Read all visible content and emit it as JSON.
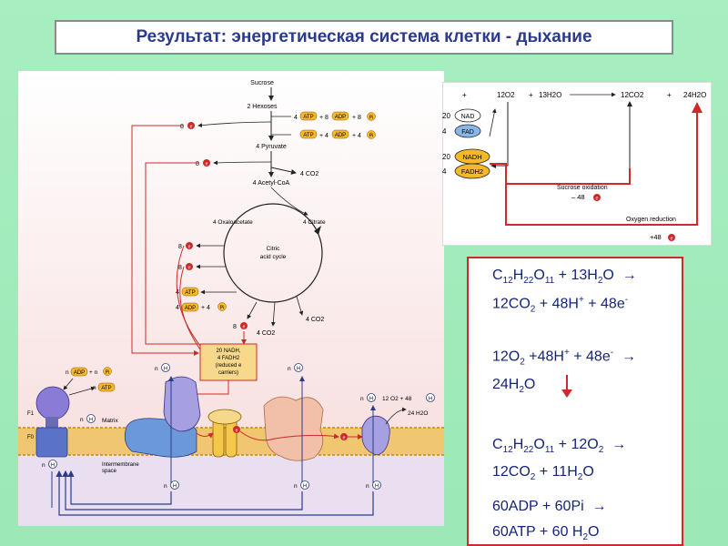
{
  "title": "Результат: энергетическая система клетки - дыхание",
  "pathway": {
    "sucrose": "Sucrose",
    "hexoses": "2 Hexoses",
    "pyruvate": "4 Pyruvate",
    "acetyl_coa": "4 Acetyl-CoA",
    "co2_out": "4 CO2",
    "oxaloacetate": "4 Oxaloacetate",
    "citrate": "4 Citrate",
    "cycle_line1": "Citric",
    "cycle_line2": "acid cycle",
    "co2_cycle1": "4 CO2",
    "co2_cycle2": "4 CO2",
    "glyc1_left": "4",
    "glyc1_mid": "+ 8",
    "glyc1_right": "+ 8",
    "glyc2_mid": "+ 4",
    "glyc2_right": "+ 4",
    "cycle_atp_pre": "4",
    "cycle_adp_pre": "4",
    "cycle_adp_post": "+ 4",
    "e1_pre": "8",
    "e2_pre": "8",
    "e3_pre": "8",
    "e4_pre": "8",
    "e5_pre": "8",
    "nadh_box_line1": "20 NADH,",
    "nadh_box_line2": "4 FADH2",
    "nadh_box_line3": "(reduced e",
    "nadh_box_line4": "carriers)",
    "matrix_adp_pre": "n",
    "matrix_adp_post": "+ n",
    "matrix_atp_pre": "n",
    "nh_matrix": "n",
    "matrix_label": "Matrix",
    "f1": "F1",
    "f0": "F0",
    "intermembrane": "Intermembrane",
    "space": "space",
    "nh_top1": "n",
    "nh_top2": "n",
    "nh_top3": "n",
    "o2_reaction": "12 O2 + 48",
    "h2o_out": "24 H2O",
    "nh_bottom1": "n",
    "nh_bottom2": "n",
    "nh_bottom3": "n",
    "nh_bottom4": "n",
    "e_char": "e",
    "atp": "ATP",
    "adp": "ADP",
    "pi": "Pi",
    "h_char": "H"
  },
  "summary": {
    "plus1": "+",
    "o2": "12O2",
    "plus2": "+",
    "h2o": "13H2O",
    "co2": "12CO2",
    "plus3": "+",
    "h2o_out": "24H2O",
    "nad_pre": "20",
    "nad": "NAD",
    "fad_pre": "4",
    "fad": "FAD",
    "nadh_pre": "20",
    "nadh": "NADH",
    "fadh_pre": "4",
    "fadh": "FADH2",
    "sucrose_ox": "Sucrose oxidation",
    "e_minus": "– 48",
    "oxygen_red": "Oxygen reduction",
    "e_plus": "+48",
    "e_char": "e"
  },
  "equations": {
    "eq1": "C12H22O11 + 13H2O →",
    "eq2": "12CO2 + 48H+ + 48e-",
    "eq3": "12O2 +48H+ + 48e- →",
    "eq4": "24H2O",
    "eq5": "C12H22O11 + 12O2 →",
    "eq6": "12CO2 + 11H2O",
    "eq7": "60ADP + 60Pi →",
    "eq8": "60ATP + 60 H2O"
  },
  "colors": {
    "red": "#cf2a2a",
    "title_text": "#2b3a8c",
    "eq_text": "#15247a",
    "membrane": "#f2c25a",
    "atp_badge": "#f4b828",
    "fad_badge": "#88b6e8",
    "nadh_badge": "#f4b828",
    "complex_purple": "#a69fe0",
    "complex_blue": "#6b98d8",
    "complex_peach": "#f2c0a8"
  }
}
